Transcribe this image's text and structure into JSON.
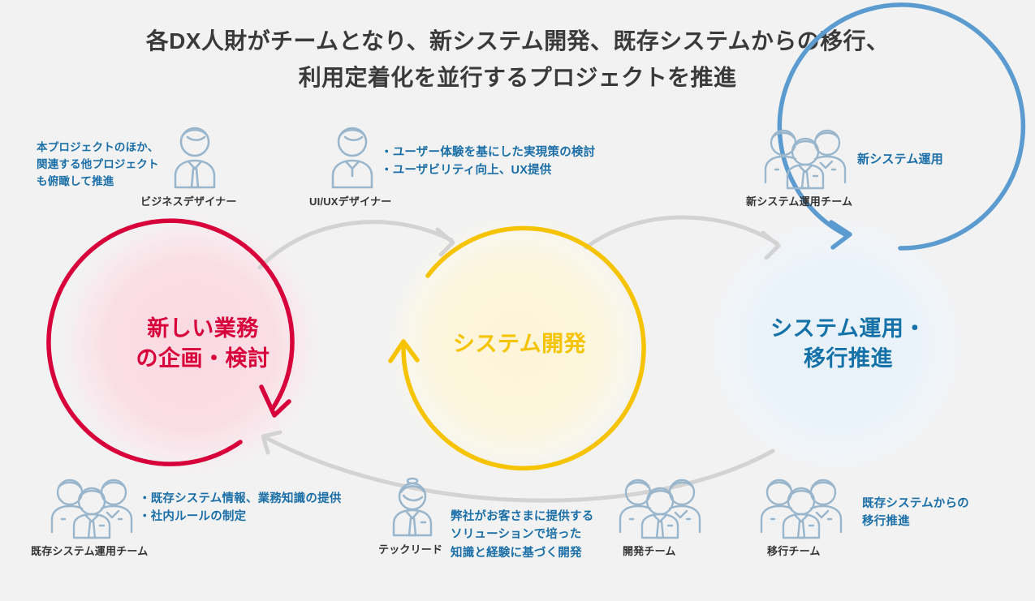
{
  "page": {
    "background_color": "#f2f2f2",
    "title": "各DX人財がチームとなり、新システム開発、既存システムからの移行、\n利用定着化を並行するプロジェクトを推進"
  },
  "colors": {
    "red": "#d7003a",
    "yellow": "#f5c300",
    "blue": "#5b9bd0",
    "blue_text": "#1472a8",
    "note_blue": "#1b6fa8",
    "gray_arrow": "#d0d0d0",
    "icon_blue": "#9ab6cc",
    "title_gray": "#3a3a3a"
  },
  "circles": [
    {
      "id": "plan",
      "label": "新しい業務\nの企画・検討",
      "color": "#d7003a",
      "glow": "#f9dbe3"
    },
    {
      "id": "dev",
      "label": "システム開発",
      "color": "#f5c300",
      "glow": "#fdf6dd"
    },
    {
      "id": "ops",
      "label": "システム運用・\n移行推進",
      "color": "#1472a8",
      "glow": "#eaf2f9"
    }
  ],
  "flow_arrows": [
    {
      "id": "plan-to-dev",
      "from": "plan",
      "to": "dev"
    },
    {
      "id": "dev-to-ops",
      "from": "dev",
      "to": "ops"
    },
    {
      "id": "ops-to-plan",
      "from": "ops",
      "to": "plan"
    }
  ],
  "figures": [
    {
      "id": "business-designer",
      "icon": "single-person-icon",
      "role": "ビジネスデザイナー",
      "note": "本プロジェクトのほか、\n関連する他プロジェクト\nも俯瞰して推進"
    },
    {
      "id": "ui-ux-designer",
      "icon": "single-person-icon",
      "role": "UI/UXデザイナー",
      "note": "・ユーザー体験を基にした実現策の検討\n・ユーザビリティ向上、UX提供"
    },
    {
      "id": "new-system-ops-team",
      "icon": "team-icon",
      "role": "新システム運用チーム",
      "note": "新システム運用"
    },
    {
      "id": "legacy-system-ops-team",
      "icon": "team-icon",
      "role": "既存システム運用チーム",
      "note": "・既存システム情報、業務知識の提供\n・社内ルールの制定"
    },
    {
      "id": "tech-lead",
      "icon": "tech-lead-icon",
      "role": "テックリード",
      "note": "弊社がお客さまに提供する\nソリューションで培った\n知識と経験に基づく開発"
    },
    {
      "id": "development-team",
      "icon": "team-icon",
      "role": "開発チーム",
      "note": ""
    },
    {
      "id": "migration-team",
      "icon": "team-icon",
      "role": "移行チーム",
      "note": "既存システムからの\n移行推進"
    }
  ]
}
